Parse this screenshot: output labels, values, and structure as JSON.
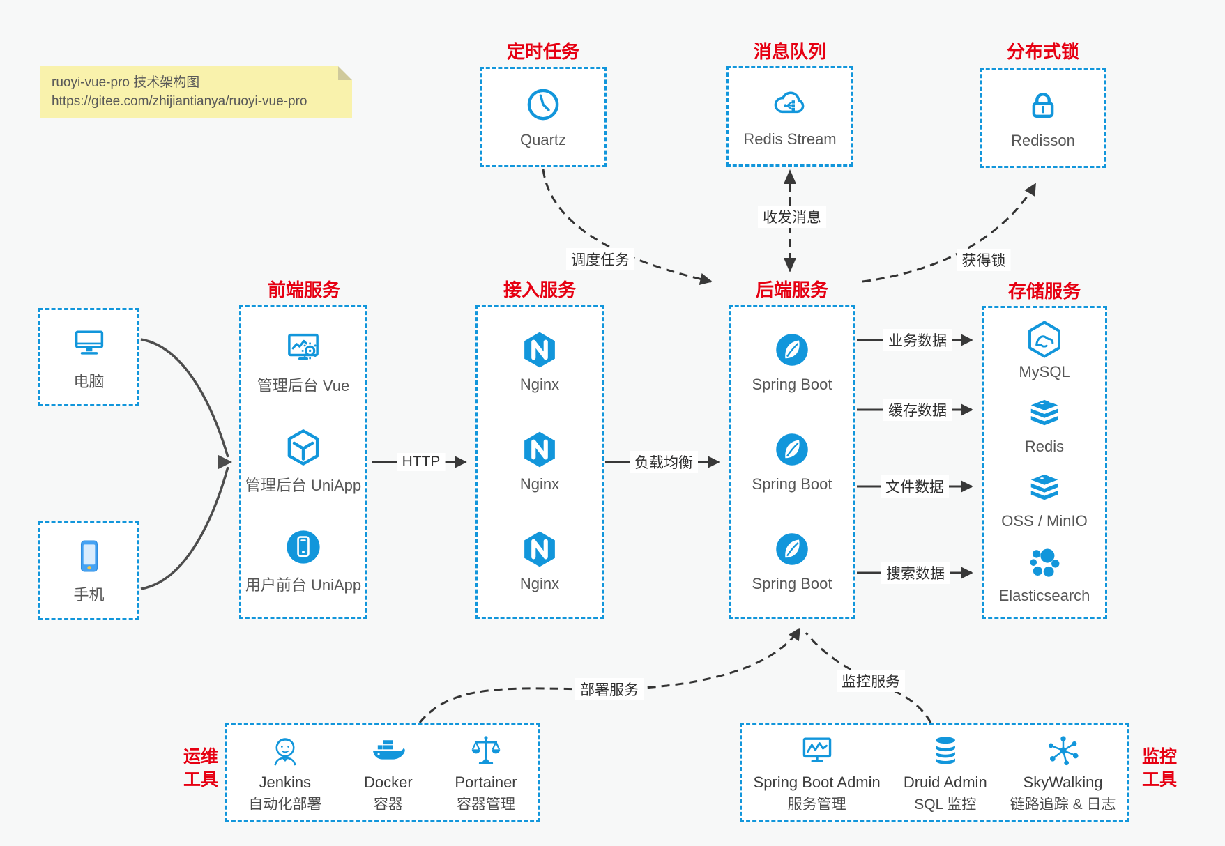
{
  "colors": {
    "accent": "#1296db",
    "title_red": "#e60012"
  },
  "note": {
    "line1": "ruoyi-vue-pro 技术架构图",
    "line2": "https://gitee.com/zhijiantianya/ruoyi-vue-pro"
  },
  "top_groups": [
    {
      "title": "定时任务",
      "item": "Quartz",
      "icon": "clock-icon"
    },
    {
      "title": "消息队列",
      "item": "Redis Stream",
      "icon": "cloud-stream-icon"
    },
    {
      "title": "分布式锁",
      "item": "Redisson",
      "icon": "lock-icon"
    }
  ],
  "clients": [
    {
      "label": "电脑",
      "icon": "desktop-icon"
    },
    {
      "label": "手机",
      "icon": "phone-icon"
    }
  ],
  "columns": {
    "frontend": {
      "title": "前端服务",
      "items": [
        {
          "label": "管理后台 Vue",
          "icon": "admin-vue-icon"
        },
        {
          "label": "管理后台 UniApp",
          "icon": "uniapp-cube-icon"
        },
        {
          "label": "用户前台 UniApp",
          "icon": "user-uniapp-icon"
        }
      ]
    },
    "gateway": {
      "title": "接入服务",
      "items": [
        {
          "label": "Nginx",
          "icon": "nginx-icon"
        },
        {
          "label": "Nginx",
          "icon": "nginx-icon"
        },
        {
          "label": "Nginx",
          "icon": "nginx-icon"
        }
      ]
    },
    "backend": {
      "title": "后端服务",
      "items": [
        {
          "label": "Spring Boot",
          "icon": "spring-boot-icon"
        },
        {
          "label": "Spring Boot",
          "icon": "spring-boot-icon"
        },
        {
          "label": "Spring Boot",
          "icon": "spring-boot-icon"
        }
      ]
    },
    "storage": {
      "title": "存储服务",
      "items": [
        {
          "label": "MySQL",
          "icon": "mysql-icon"
        },
        {
          "label": "Redis",
          "icon": "redis-layers-icon"
        },
        {
          "label": "OSS / MinIO",
          "icon": "oss-layers-icon"
        },
        {
          "label": "Elasticsearch",
          "icon": "elasticsearch-icon"
        }
      ]
    }
  },
  "edges": {
    "http": "HTTP",
    "load_balance": "负载均衡",
    "business_data": "业务数据",
    "cache_data": "缓存数据",
    "file_data": "文件数据",
    "search_data": "搜索数据",
    "schedule": "调度任务",
    "messages": "收发消息",
    "lock": "获得锁",
    "deploy": "部署服务",
    "monitor": "监控服务"
  },
  "ops": {
    "side_label_line1": "运维",
    "side_label_line2": "工具",
    "items": [
      {
        "name": "Jenkins",
        "desc": "自动化部署",
        "icon": "jenkins-icon"
      },
      {
        "name": "Docker",
        "desc": "容器",
        "icon": "docker-icon"
      },
      {
        "name": "Portainer",
        "desc": "容器管理",
        "icon": "portainer-icon"
      }
    ]
  },
  "monitoring": {
    "side_label_line1": "监控",
    "side_label_line2": "工具",
    "items": [
      {
        "name": "Spring Boot Admin",
        "desc": "服务管理",
        "icon": "spring-boot-admin-icon"
      },
      {
        "name": "Druid Admin",
        "desc": "SQL 监控",
        "icon": "druid-db-icon"
      },
      {
        "name": "SkyWalking",
        "desc": "链路追踪 & 日志",
        "icon": "skywalking-icon"
      }
    ]
  }
}
